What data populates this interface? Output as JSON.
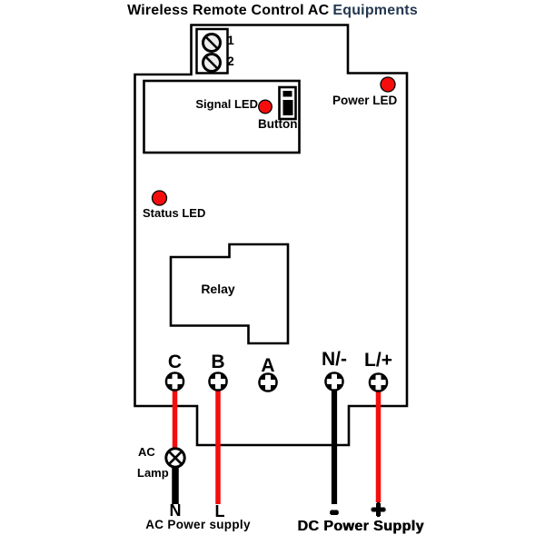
{
  "title": {
    "main": "Wireless Remote Control AC",
    "accent": "Equipments",
    "accent_color": "#253850"
  },
  "device": {
    "antenna_terminals": {
      "labels": [
        "1",
        "2"
      ]
    },
    "receiver_module": {
      "signal_led_label": "Signal LED",
      "button_label": "Button"
    },
    "power_led_label": "Power LED",
    "status_led_label": "Status LED",
    "relay_label": "Relay",
    "output_terminals": {
      "labels": [
        "C",
        "B",
        "A",
        "N/-",
        "L/+"
      ]
    }
  },
  "wiring": {
    "ac_load": {
      "lamp_label_top": "AC",
      "lamp_label_bottom": "Lamp",
      "neutral_label": "N",
      "live_label": "L",
      "caption": "AC Power supply"
    },
    "dc_supply": {
      "negative_label": "-",
      "positive_label": "+",
      "caption": "DC Power Supply"
    }
  },
  "colors": {
    "live_wire": "#f50d0d",
    "neutral_wire": "#000000",
    "led": "#f50d0d",
    "outline": "#000000"
  }
}
